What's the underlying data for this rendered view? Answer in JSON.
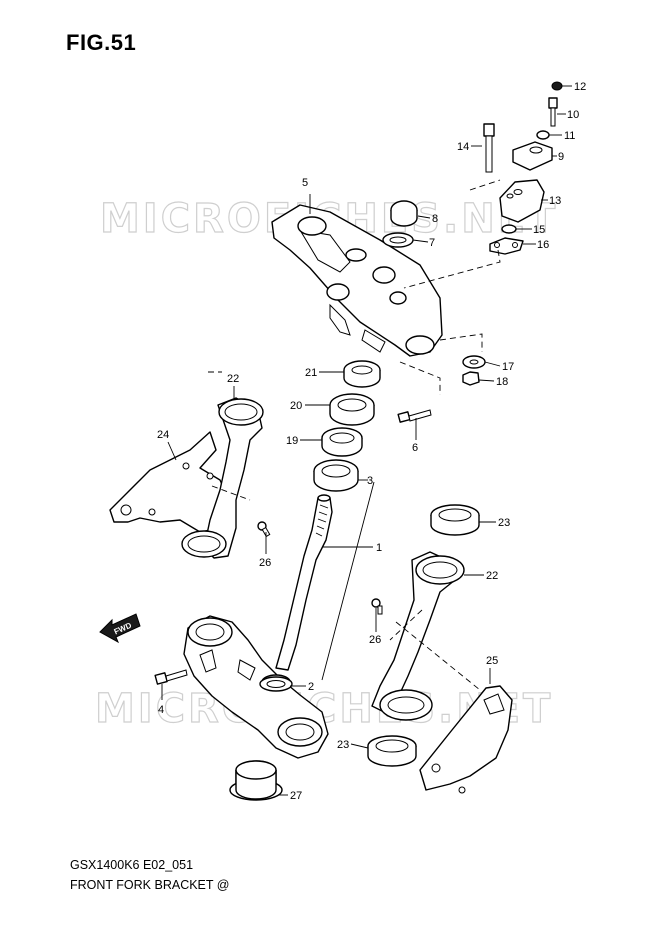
{
  "figure": {
    "title": "FIG.51",
    "model_code": "GSX1400K6 E02_051",
    "caption": "FRONT FORK BRACKET @"
  },
  "watermark": {
    "text": "MICROFICHES.NET"
  },
  "fwd_arrow": {
    "label": "FWD"
  },
  "callouts": {
    "c1": "1",
    "c2": "2",
    "c3": "3",
    "c4": "4",
    "c5": "5",
    "c6": "6",
    "c7": "7",
    "c8": "8",
    "c9": "9",
    "c10": "10",
    "c11": "11",
    "c12": "12",
    "c13": "13",
    "c14": "14",
    "c15": "15",
    "c16": "16",
    "c17": "17",
    "c18": "18",
    "c19": "19",
    "c20": "20",
    "c21": "21",
    "c22a": "22",
    "c22b": "22",
    "c23a": "23",
    "c23b": "23",
    "c24": "24",
    "c25": "25",
    "c26a": "26",
    "c26b": "26",
    "c27": "27"
  }
}
